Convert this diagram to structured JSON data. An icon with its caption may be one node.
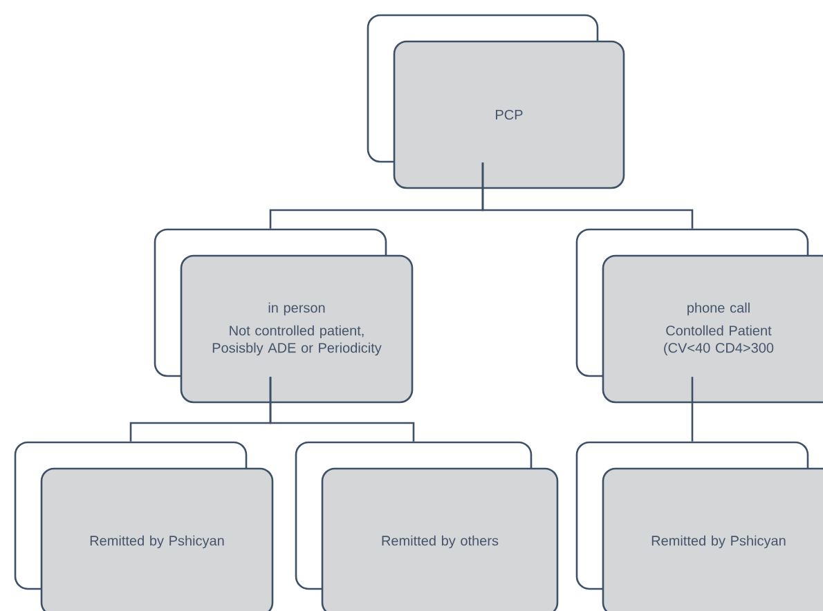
{
  "diagram": {
    "nodes": [
      {
        "text": [
          "PCP"
        ]
      },
      {
        "text": [
          "in person",
          "Not controlled patient, Posisbly ADE or Periodicity"
        ]
      },
      {
        "text": [
          "phone call",
          "Contolled Patient (CV<40 CD4>300"
        ]
      },
      {
        "text": [
          "Remitted by Pshicyan"
        ]
      },
      {
        "text": [
          "Remitted by others"
        ]
      },
      {
        "text": [
          "Remitted by Pshicyan"
        ]
      }
    ],
    "edges": [
      {
        "from": 0,
        "to": 1,
        "arrow": "none"
      },
      {
        "from": 0,
        "to": 2,
        "arrow": "none"
      },
      {
        "from": 1,
        "to": 3,
        "arrow": "none"
      },
      {
        "from": 1,
        "to": 4,
        "arrow": "none"
      },
      {
        "from": 2,
        "to": 5,
        "arrow": "none"
      }
    ]
  }
}
